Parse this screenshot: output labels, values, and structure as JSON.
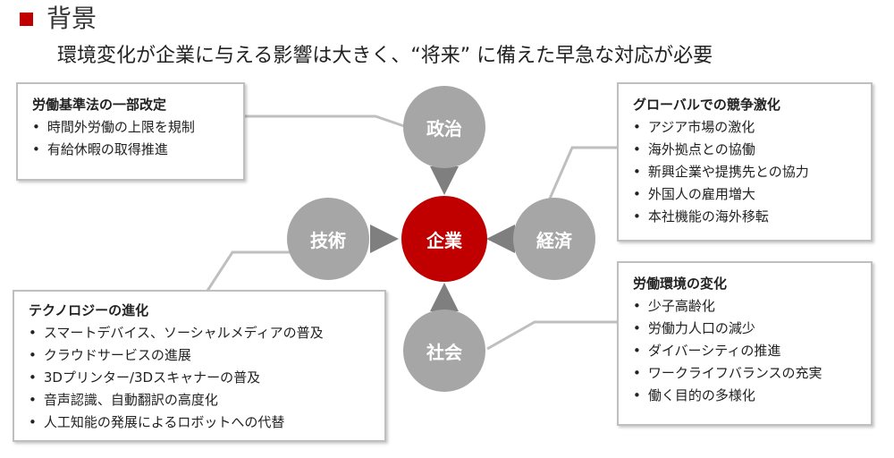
{
  "header": {
    "title": "背景",
    "subtitle": "環境変化が企業に与える影響は大きく、“将来” に備えた早急な対応が必要"
  },
  "nodes": {
    "politics": "政治",
    "technology": "技術",
    "enterprise": "企業",
    "economy": "経済",
    "society": "社会"
  },
  "boxes": {
    "labor_law": {
      "title": "労働基準法の一部改定",
      "items": [
        "時間外労働の上限を規制",
        "有給休暇の取得推進"
      ]
    },
    "global": {
      "title": "グローバルでの競争激化",
      "items": [
        "アジア市場の激化",
        "海外拠点との協働",
        "新興企業や提携先との協力",
        "外国人の雇用増大",
        "本社機能の海外移転"
      ]
    },
    "labor_env": {
      "title": "労働環境の変化",
      "items": [
        "少子高齢化",
        "労働力人口の減少",
        "ダイバーシティの推進",
        "ワークライフバランスの充実",
        "働く目的の多様化"
      ]
    },
    "tech": {
      "title": "テクノロジーの進化",
      "items": [
        "スマートデバイス、ソーシャルメディアの普及",
        "クラウドサービスの進展",
        "3Dプリンター/3Dスキャナーの普及",
        "音声認識、自動翻訳の高度化",
        "人工知能の発展によるロボットへの代替"
      ]
    }
  },
  "colors": {
    "accent": "#c00000",
    "node": "#a6a6a6",
    "connector": "#bfbfbf",
    "arrow": "#7f7f7f"
  }
}
